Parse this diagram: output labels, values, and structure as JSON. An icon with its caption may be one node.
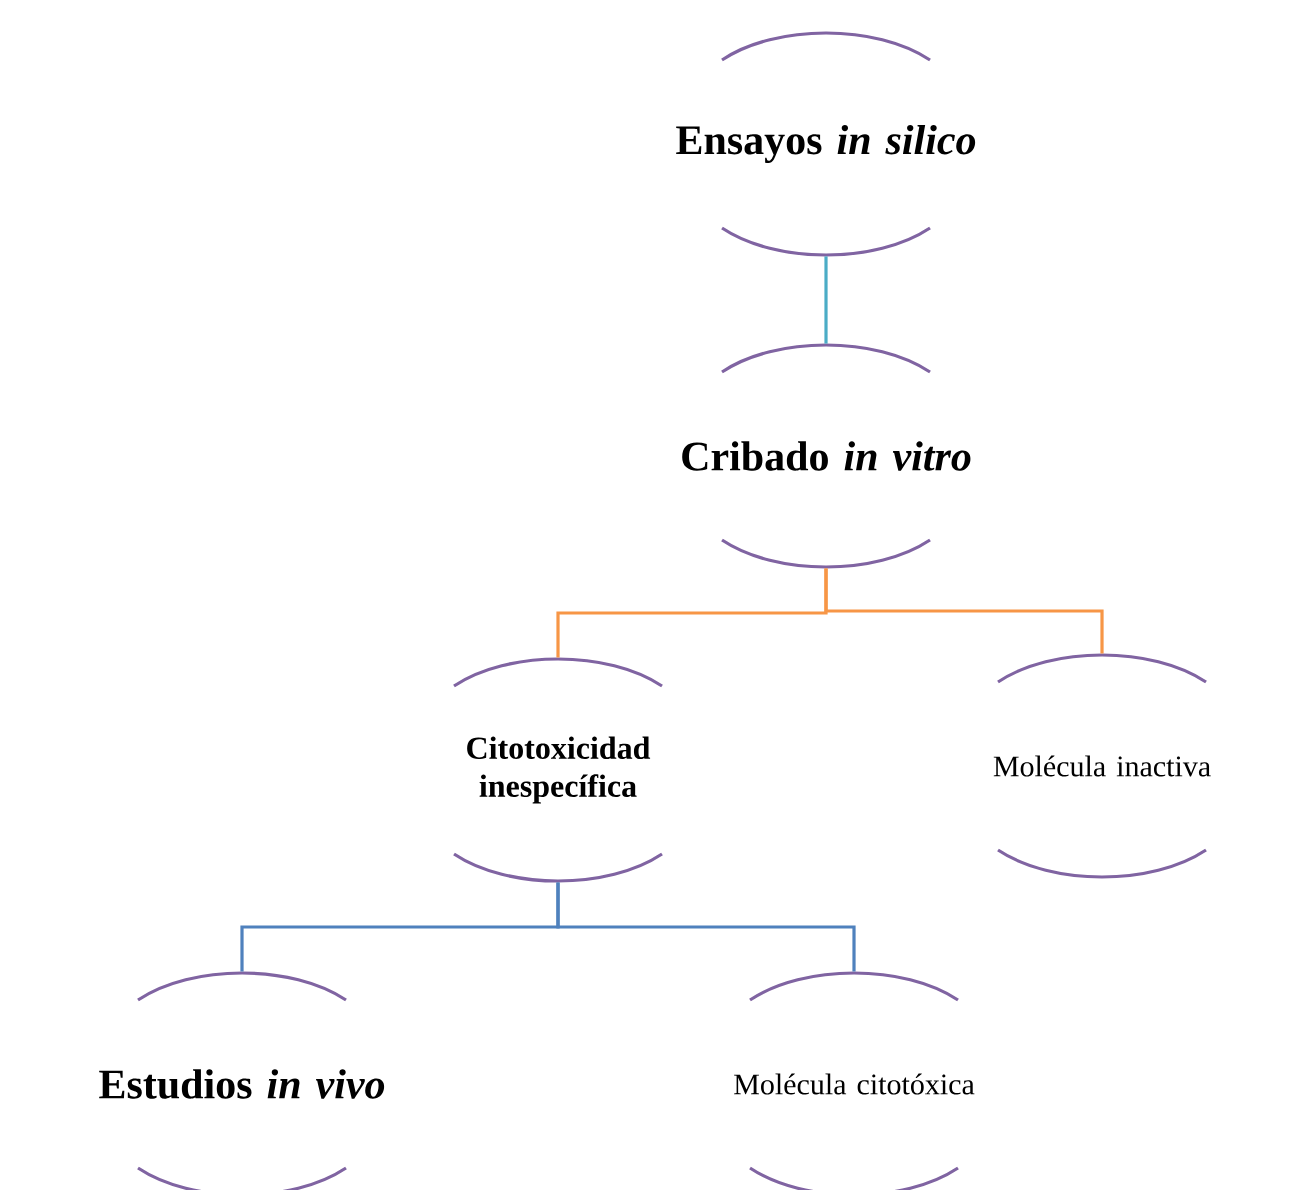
{
  "diagram": {
    "nodes": [
      {
        "text": [
          "Ensayos *in silico*"
        ]
      },
      {
        "text": [
          "Cribado *in vitro*"
        ]
      },
      {
        "text": [
          "Citotoxicidad inespecífica"
        ]
      },
      {
        "text": [
          "Molécula inactiva"
        ]
      },
      {
        "text": [
          "Estudios *in vivo*"
        ]
      },
      {
        "text": [
          "Molécula citotóxica"
        ]
      }
    ],
    "edges": [
      {
        "from": 0,
        "to": 1,
        "arrow": "none",
        "color": "#4bacc6"
      },
      {
        "from": 1,
        "to": 2,
        "arrow": "none",
        "color": "#f79646"
      },
      {
        "from": 1,
        "to": 3,
        "arrow": "none",
        "color": "#f79646"
      },
      {
        "from": 2,
        "to": 4,
        "arrow": "none",
        "color": "#4f81bd"
      },
      {
        "from": 2,
        "to": 5,
        "arrow": "none",
        "color": "#4f81bd"
      }
    ]
  }
}
